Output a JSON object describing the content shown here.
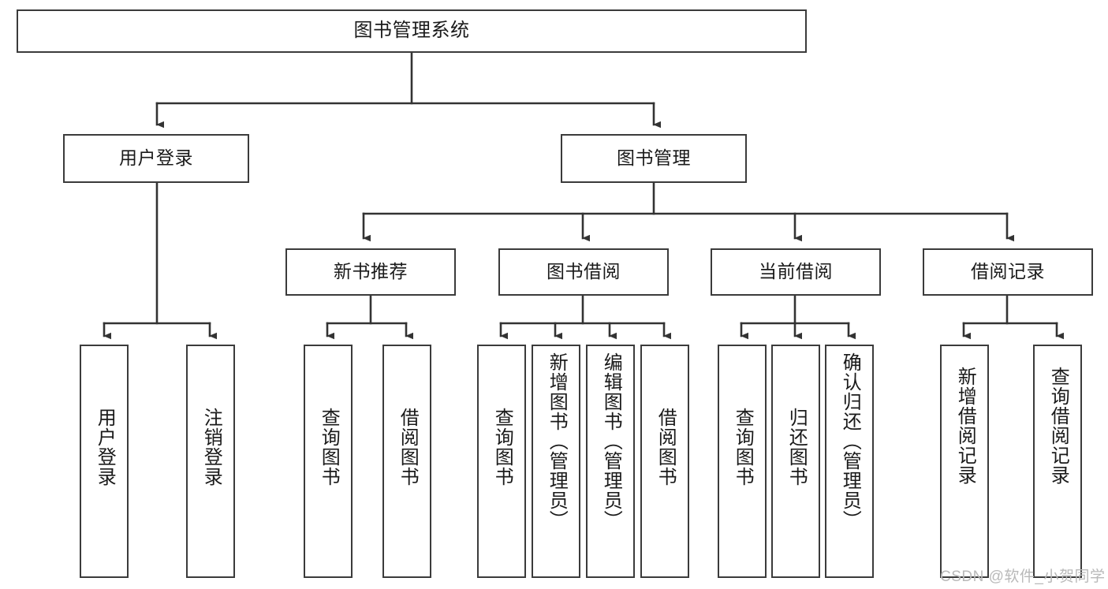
{
  "diagram": {
    "kind": "functional-structure-tree",
    "title": "图书管理系统",
    "watermark": "CSDN @软件_小贺同学",
    "style": {
      "background": "#ffffff",
      "box_border": "#3b3b3b",
      "connector": "#333333",
      "text": "#1a1a1a",
      "watermark_color": "#b9b9b9"
    },
    "nodes": {
      "root": {
        "label": "图书管理系统",
        "orientation": "horizontal"
      },
      "user_login": {
        "label": "用户登录",
        "orientation": "horizontal"
      },
      "book_manage": {
        "label": "图书管理",
        "orientation": "horizontal"
      },
      "new_book_rec": {
        "label": "新书推荐",
        "orientation": "horizontal"
      },
      "book_borrow": {
        "label": "图书借阅",
        "orientation": "horizontal"
      },
      "current_borrow": {
        "label": "当前借阅",
        "orientation": "horizontal"
      },
      "borrow_record": {
        "label": "借阅记录",
        "orientation": "horizontal"
      },
      "leaf_user_login": {
        "label": "用户登录",
        "orientation": "vertical"
      },
      "leaf_logout": {
        "label": "注销登录",
        "orientation": "vertical"
      },
      "leaf_query_book_1": {
        "label": "查询图书",
        "orientation": "vertical"
      },
      "leaf_borrow_book_1": {
        "label": "借阅图书",
        "orientation": "vertical"
      },
      "leaf_query_book_2": {
        "label": "查询图书",
        "orientation": "vertical"
      },
      "leaf_add_book_admin": {
        "label": "新增图书（管理员）",
        "orientation": "vertical"
      },
      "leaf_edit_book_admin": {
        "label": "编辑图书（管理员）",
        "orientation": "vertical"
      },
      "leaf_borrow_book_2": {
        "label": "借阅图书",
        "orientation": "vertical"
      },
      "leaf_query_book_3": {
        "label": "查询图书",
        "orientation": "vertical"
      },
      "leaf_return_book": {
        "label": "归还图书",
        "orientation": "vertical"
      },
      "leaf_confirm_return_admin": {
        "label": "确认归还（管理员）",
        "orientation": "vertical"
      },
      "leaf_add_record": {
        "label": "新增借阅记录",
        "orientation": "vertical"
      },
      "leaf_query_record": {
        "label": "查询借阅记录",
        "orientation": "vertical"
      }
    },
    "edges": [
      {
        "from": "root",
        "to": "user_login"
      },
      {
        "from": "root",
        "to": "book_manage"
      },
      {
        "from": "book_manage",
        "to": "new_book_rec"
      },
      {
        "from": "book_manage",
        "to": "book_borrow"
      },
      {
        "from": "book_manage",
        "to": "current_borrow"
      },
      {
        "from": "book_manage",
        "to": "borrow_record"
      },
      {
        "from": "user_login",
        "to": "leaf_user_login"
      },
      {
        "from": "user_login",
        "to": "leaf_logout"
      },
      {
        "from": "new_book_rec",
        "to": "leaf_query_book_1"
      },
      {
        "from": "new_book_rec",
        "to": "leaf_borrow_book_1"
      },
      {
        "from": "book_borrow",
        "to": "leaf_query_book_2"
      },
      {
        "from": "book_borrow",
        "to": "leaf_add_book_admin"
      },
      {
        "from": "book_borrow",
        "to": "leaf_edit_book_admin"
      },
      {
        "from": "book_borrow",
        "to": "leaf_borrow_book_2"
      },
      {
        "from": "current_borrow",
        "to": "leaf_query_book_3"
      },
      {
        "from": "current_borrow",
        "to": "leaf_return_book"
      },
      {
        "from": "current_borrow",
        "to": "leaf_confirm_return_admin"
      },
      {
        "from": "borrow_record",
        "to": "leaf_add_record"
      },
      {
        "from": "borrow_record",
        "to": "leaf_query_record"
      }
    ]
  }
}
